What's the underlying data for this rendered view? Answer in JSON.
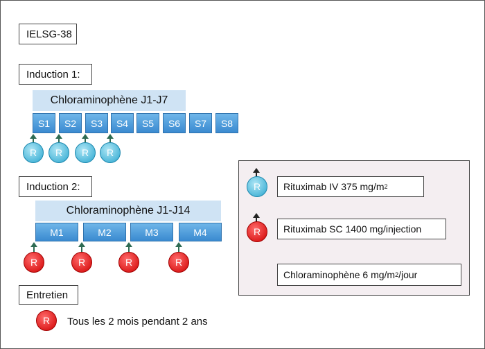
{
  "trial": {
    "name": "IELSG-38"
  },
  "induction1": {
    "label": "Induction 1:",
    "band": "Chloraminophène J1-J7",
    "cells": [
      "S1",
      "S2",
      "S3",
      "S4",
      "S5",
      "S6",
      "S7",
      "S8"
    ],
    "rituximab_marker": "R"
  },
  "induction2": {
    "label": "Induction 2:",
    "band": "Chloraminophène J1-J14",
    "cells": [
      "M1",
      "M2",
      "M3",
      "M4"
    ],
    "rituximab_marker": "R"
  },
  "maintenance": {
    "label": "Entretien",
    "marker": "R",
    "text": "Tous les 2 mois pendant 2 ans"
  },
  "legend": {
    "iv": {
      "marker": "R",
      "text_pre": "Rituximab IV 375 mg/m",
      "sup": "2",
      "text_post": ""
    },
    "sc": {
      "marker": "R",
      "text_pre": "Rituximab SC 1400 mg/injection",
      "sup": "",
      "text_post": ""
    },
    "chlor": {
      "text_pre": "Chloraminophène 6 mg/m",
      "sup": "2",
      "text_post": "/jour"
    }
  },
  "colors": {
    "blue_cell": "#3a8ad0",
    "band": "#cfe3f4",
    "red_marker": "#d00000",
    "blue_marker": "#2aa6cf",
    "arrow": "#2e6b52",
    "legend_bg": "#f4eef1"
  }
}
